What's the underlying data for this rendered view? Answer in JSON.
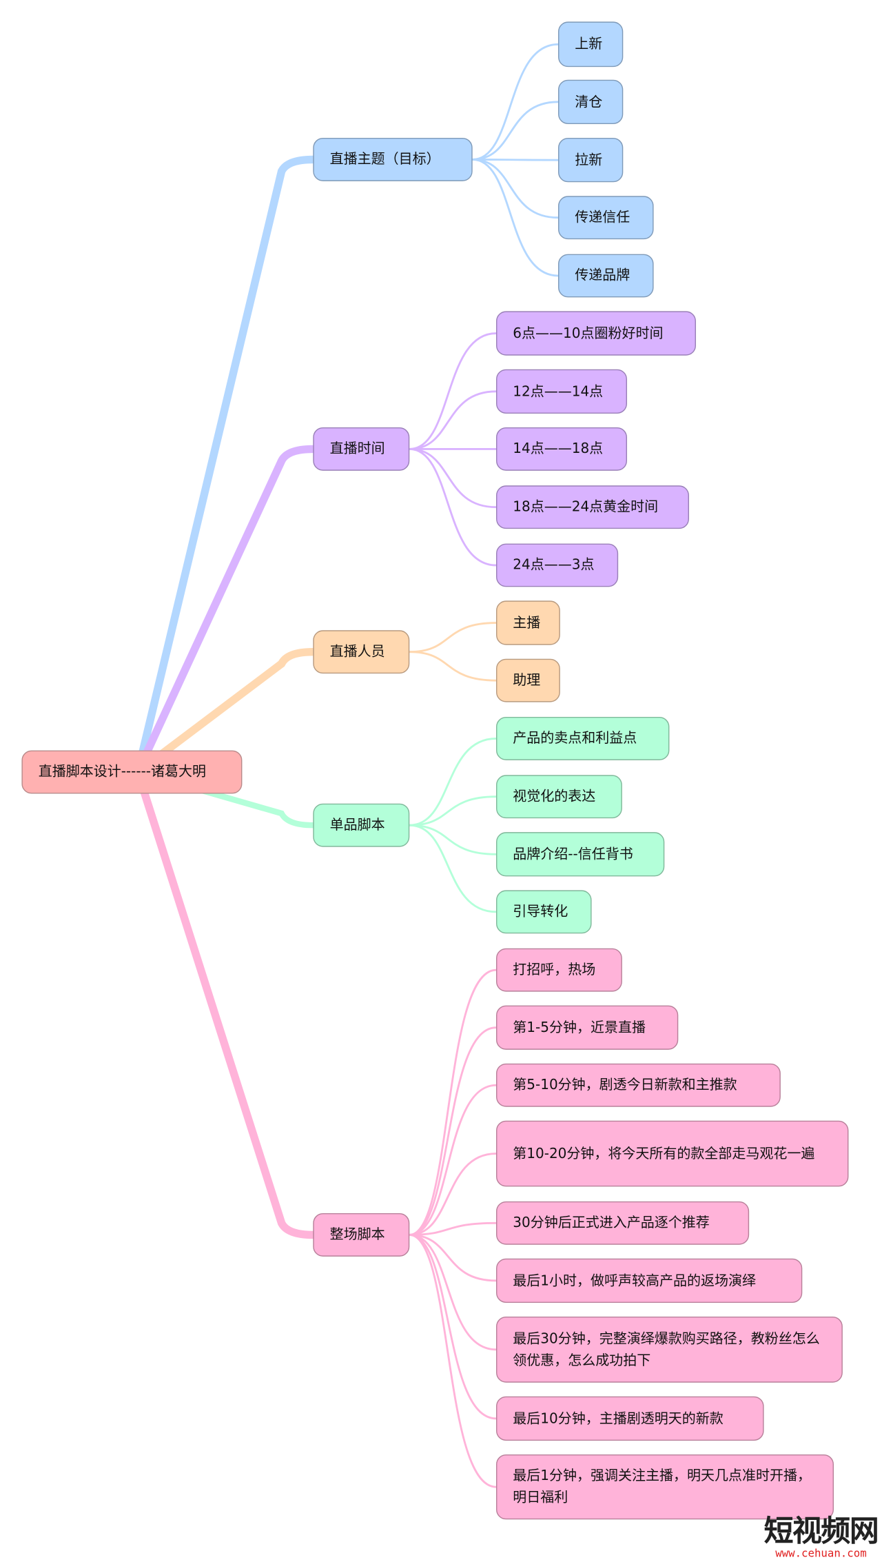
{
  "root": {
    "label": "直播脚本设计------诸葛大明",
    "color": "#ffb1b1",
    "border": "#b98a8a"
  },
  "branches": [
    {
      "label": "直播主题（目标）",
      "color": "#b3d7ff",
      "border": "#7f9ab8",
      "line": "#b3d7ff",
      "children": [
        "上新",
        "清仓",
        "拉新",
        "传递信任",
        "传递品牌"
      ]
    },
    {
      "label": "直播时间",
      "color": "#d9b3ff",
      "border": "#9a80b8",
      "line": "#d9b3ff",
      "children": [
        "6点——10点圈粉好时间",
        "12点——14点",
        "14点——18点",
        "18点——24点黄金时间",
        "24点——3点"
      ]
    },
    {
      "label": "直播人员",
      "color": "#ffd8b0",
      "border": "#b89a7f",
      "line": "#ffd8b0",
      "children": [
        "主播",
        "助理"
      ]
    },
    {
      "label": "单品脚本",
      "color": "#b3ffd9",
      "border": "#80b89a",
      "line": "#b3ffd9",
      "children": [
        "产品的卖点和利益点",
        "视觉化的表达",
        "品牌介绍--信任背书",
        "引导转化"
      ]
    },
    {
      "label": "整场脚本",
      "color": "#ffb3d9",
      "border": "#b8809a",
      "line": "#ffb3d9",
      "children": [
        "打招呼，热场",
        "第1-5分钟，近景直播",
        "第5-10分钟，剧透今日新款和主推款",
        "第10-20分钟，将今天所有的款全部走马观花一遍",
        "30分钟后正式进入产品逐个推荐",
        "最后1小时，做呼声较高产品的返场演绎",
        "最后30分钟，完整演绎爆款购买路径，教粉丝怎么领优惠，怎么成功拍下",
        "最后10分钟，主播剧透明天的新款",
        "最后1分钟，强调关注主播，明天几点准时开播，明日福利"
      ]
    }
  ],
  "watermark": {
    "title": "短视频网",
    "url": "www.cehuan.com"
  }
}
